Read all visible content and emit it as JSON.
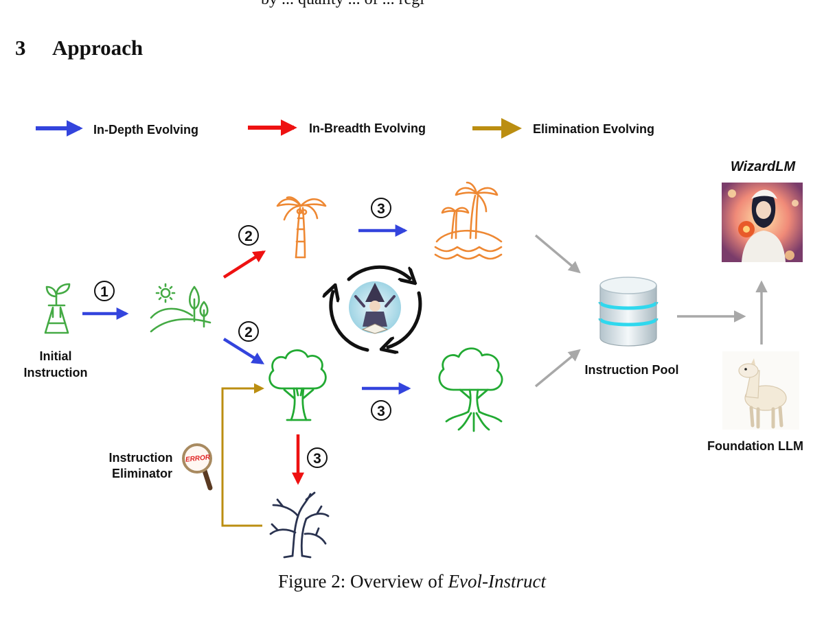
{
  "top_line_text": "by ... quality ... of ... regi",
  "section": {
    "number": "3",
    "title": "Approach"
  },
  "legend": [
    {
      "label": "In-Depth Evolving",
      "color": "#3344dd"
    },
    {
      "label": "In-Breadth Evolving",
      "color": "#ee1111"
    },
    {
      "label": "Elimination Evolving",
      "color": "#bb8e11"
    }
  ],
  "nodes": {
    "initial_instruction": [
      "Initial",
      "Instruction"
    ],
    "instruction_eliminator": [
      "Instruction",
      "Eliminator"
    ],
    "eliminator_badge": "ERROR",
    "instruction_pool": "Instruction Pool",
    "foundation_llm": "Foundation LLM",
    "wizardlm": "WizardLM"
  },
  "steps": [
    "1",
    "2",
    "2",
    "3",
    "3",
    "3"
  ],
  "caption": {
    "prefix": "Figure 2: Overview of ",
    "emphasis": "Evol-Instruct"
  },
  "colors": {
    "depth_blue": "#3344dd",
    "breadth_red": "#ee1111",
    "elimination_gold": "#bb8e11",
    "plant_green": "#44aa44",
    "tree_green": "#22aa33",
    "palm_orange": "#ee8833",
    "dead_tree_navy": "#2a3350",
    "flow_gray": "#a8a8a8",
    "pool_cyan": "#2fd8ee"
  },
  "icons": [
    "plant-flask-icon",
    "hill-sun-trees-icon",
    "palm-tree-icon",
    "island-palms-icon",
    "oak-tree-icon",
    "rooted-tree-icon",
    "dead-tree-icon",
    "magnifier-error-icon",
    "cycle-arrows-icon",
    "wizard-icon",
    "database-icon",
    "wizard-portrait-icon",
    "alpaca-icon"
  ]
}
